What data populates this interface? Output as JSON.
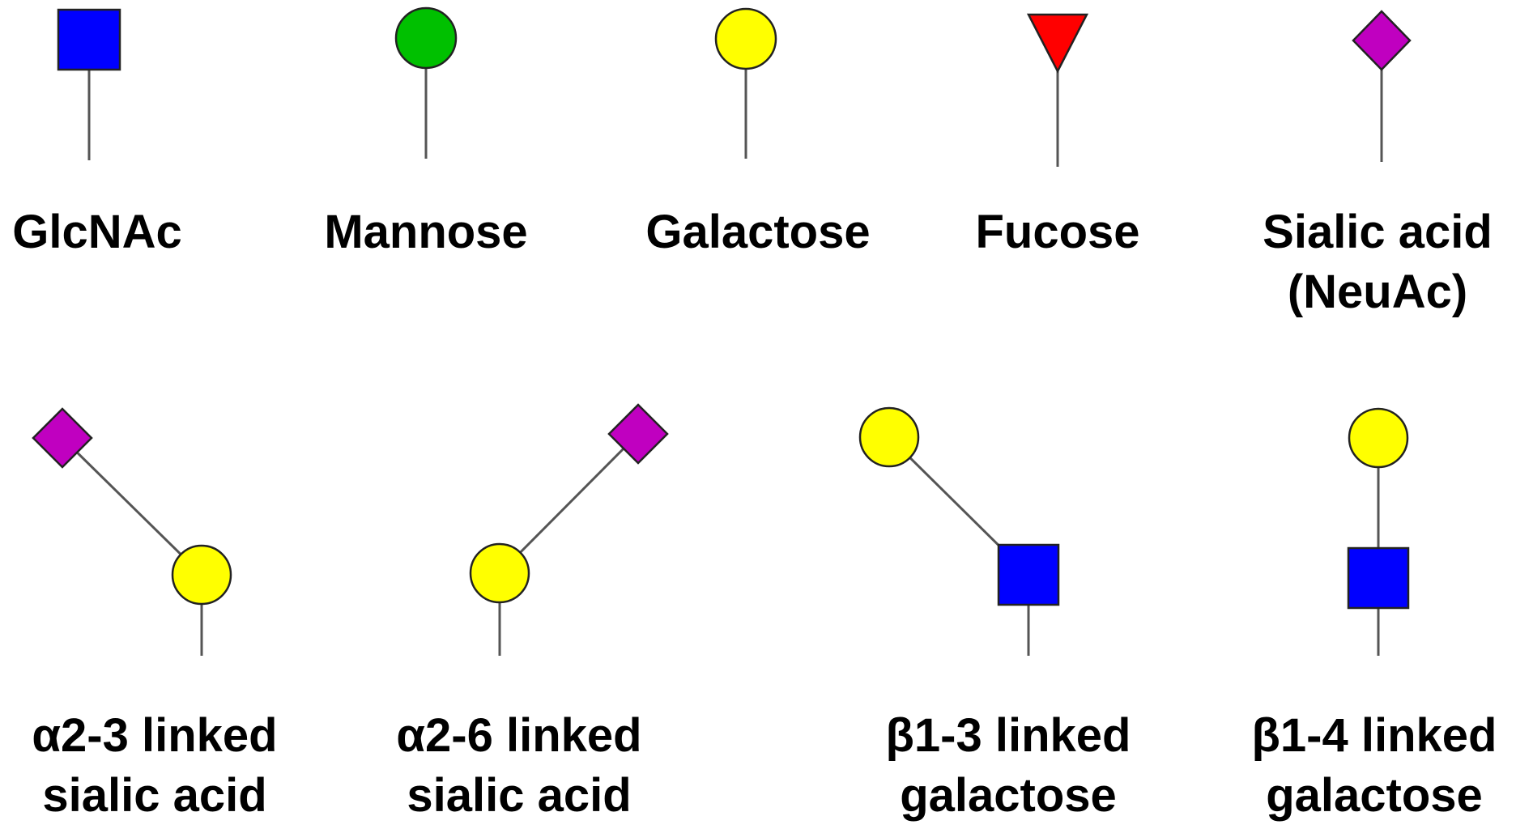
{
  "colors": {
    "glcnac": "#0000ff",
    "mannose": "#00c000",
    "galactose": "#ffff00",
    "fucose": "#ff0000",
    "sialic": "#c000c0",
    "outline": "#222222",
    "stem": "#555555"
  },
  "legend": [
    {
      "symbol": "blue-square",
      "lines": [
        "GlcNAc"
      ]
    },
    {
      "symbol": "green-circle",
      "lines": [
        "Mannose"
      ]
    },
    {
      "symbol": "yellow-circle",
      "lines": [
        "Galactose"
      ]
    },
    {
      "symbol": "red-triangle",
      "lines": [
        "Fucose"
      ]
    },
    {
      "symbol": "purple-diamond",
      "lines": [
        "Sialic acid",
        "(NeuAc)"
      ]
    }
  ],
  "linkages": [
    {
      "lines": [
        "α2-3 linked",
        "sialic acid"
      ]
    },
    {
      "lines": [
        "α2-6 linked",
        "sialic acid"
      ]
    },
    {
      "lines": [
        "β1-3 linked",
        "galactose"
      ]
    },
    {
      "lines": [
        "β1-4 linked",
        "galactose"
      ]
    }
  ]
}
